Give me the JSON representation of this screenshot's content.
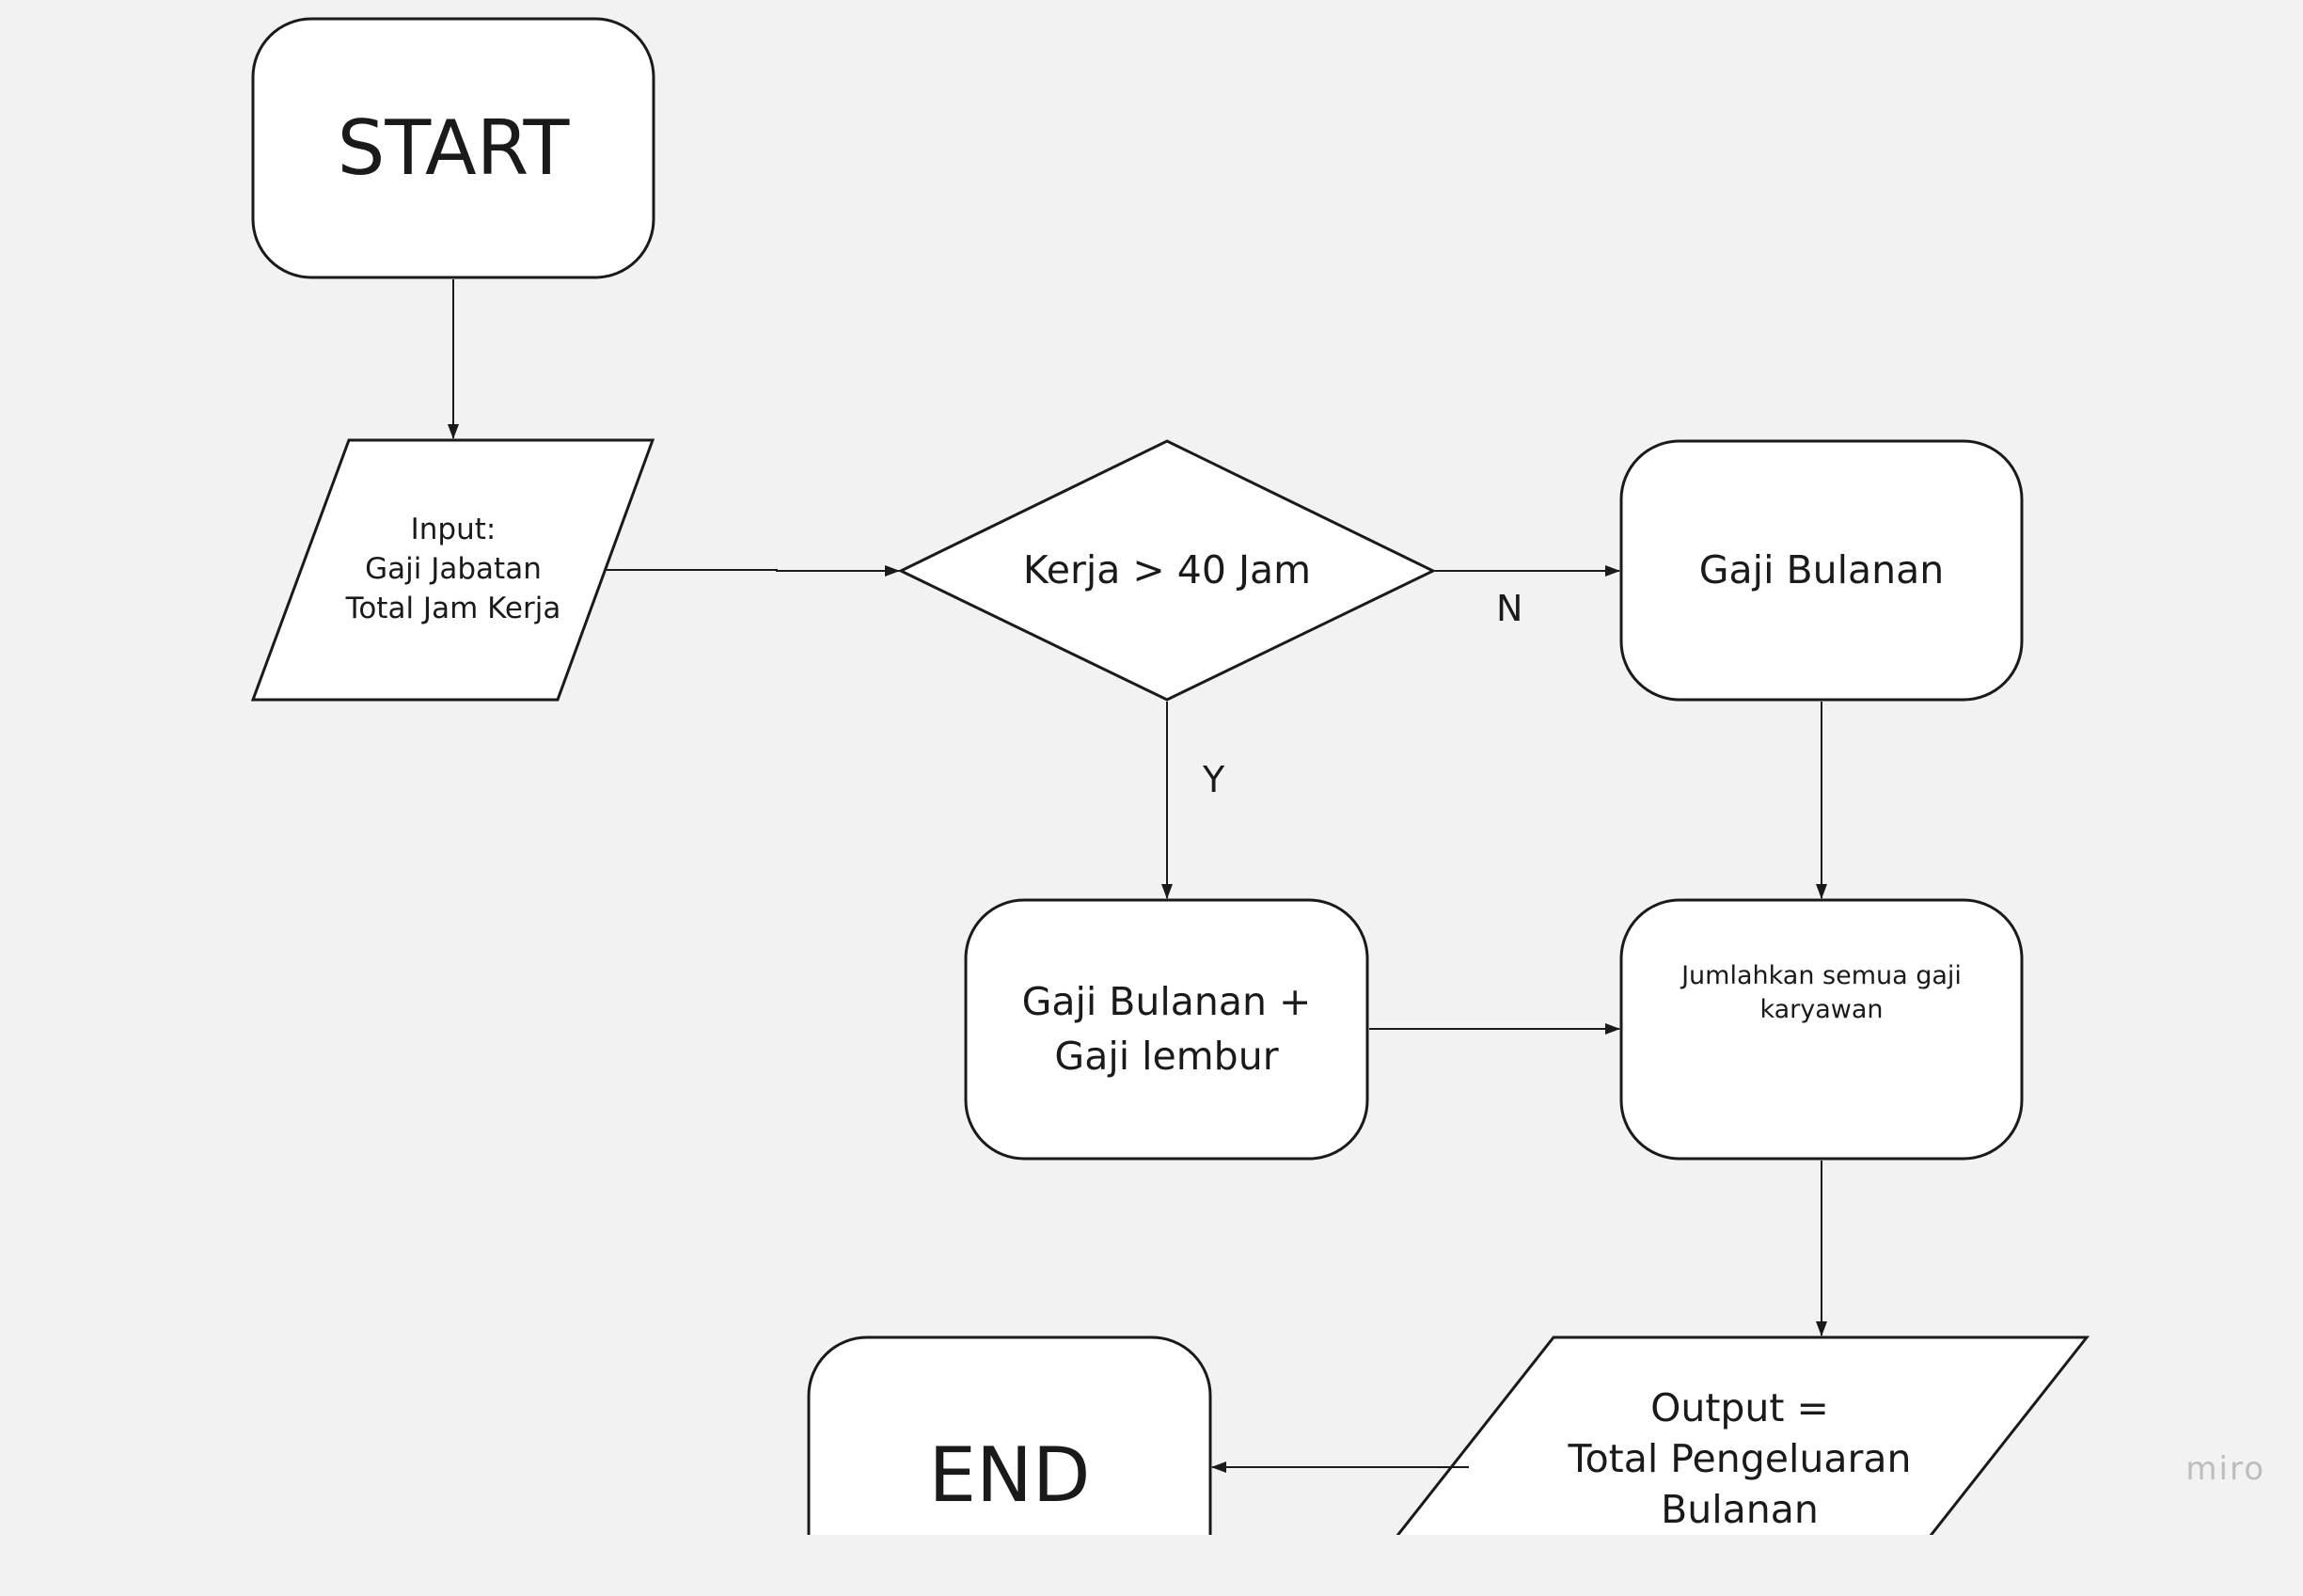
{
  "nodes": {
    "start": "START",
    "input": "Input:\nGaji Jabatan\nTotal Jam Kerja",
    "decision": "Kerja > 40 Jam",
    "monthly": "Gaji Bulanan",
    "overtime": "Gaji Bulanan +\nGaji lembur",
    "sum": "Jumlahkan semua gaji\nkaryawan",
    "output": "Output =\nTotal Pengeluaran\nBulanan",
    "end": "END"
  },
  "edges": {
    "no_label": "N",
    "yes_label": "Y"
  },
  "watermark": "miro"
}
